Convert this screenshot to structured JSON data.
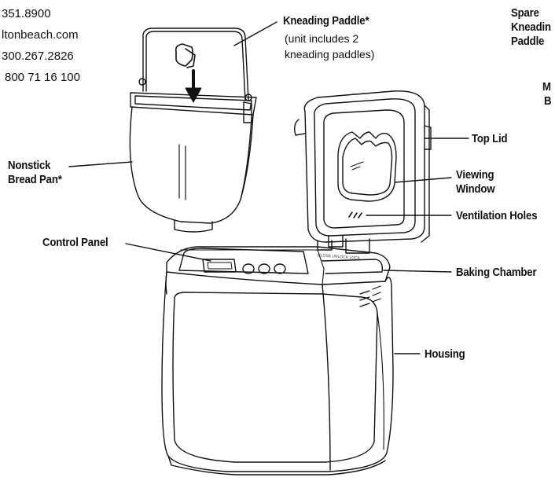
{
  "contact": {
    "lines": [
      "351.8900",
      "ltonbeach.com",
      "300.267.2826",
      "800 71 16 100"
    ]
  },
  "callouts": {
    "kneading_paddle": "Kneading Paddle*",
    "kneading_note_1": "(unit includes 2",
    "kneading_note_2": "kneading paddles)",
    "spare_1": "Spare",
    "spare_2": "Kneadin",
    "spare_3": "Paddle",
    "partial_1": "M",
    "partial_2": "B",
    "top_lid": "Top Lid",
    "viewing_1": "Viewing",
    "viewing_2": "Window",
    "ventilation": "Ventilation Holes",
    "baking_chamber": "Baking Chamber",
    "housing": "Housing",
    "nonstick_1": "Nonstick",
    "nonstick_2": "Bread Pan*",
    "control_panel": "Control Panel"
  },
  "lock_text": "CLOSE UNLOCK LOCK"
}
